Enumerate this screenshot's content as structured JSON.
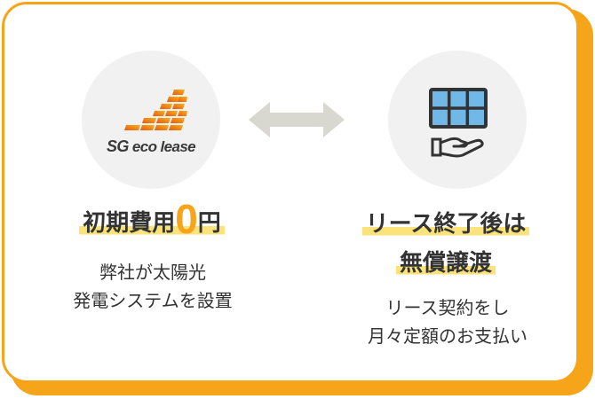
{
  "left": {
    "logo_text_prefix": "SG",
    "logo_text_suffix": " eco lease",
    "heading_pre": "初期費用",
    "heading_zero": "0",
    "heading_post": "円",
    "desc_line1": "弊社が太陽光",
    "desc_line2": "発電システムを設置"
  },
  "right": {
    "heading_line1": "リース終了後は",
    "heading_line2": "無償譲渡",
    "desc_line1": "リース契約をし",
    "desc_line2": "月々定額のお支払い"
  },
  "icons": {
    "logo": "sg-eco-lease-logo-icon",
    "exchange": "double-arrow-icon",
    "solar": "solar-panel-hand-icon"
  },
  "colors": {
    "accent": "#f6a51a",
    "highlight": "#fbe37c",
    "circle": "#f1f1f1",
    "arrow": "#d8d8d0",
    "panel_blue": "#6fb8e8"
  }
}
